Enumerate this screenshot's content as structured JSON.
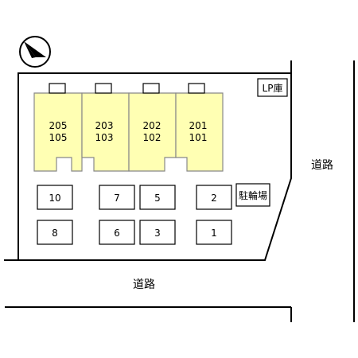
{
  "colors": {
    "background": "#ffffff",
    "line": "#000000",
    "building_fill": "#ffffb3",
    "building_stroke": "#888888"
  },
  "icons": {
    "compass": "north-arrow-icon"
  },
  "buildings": [
    {
      "upper": "205",
      "lower": "105"
    },
    {
      "upper": "203",
      "lower": "103"
    },
    {
      "upper": "202",
      "lower": "102"
    },
    {
      "upper": "201",
      "lower": "101"
    }
  ],
  "facilities": {
    "lp_storage": "LP庫",
    "bicycle_parking": "駐輪場"
  },
  "parking": {
    "top_row": [
      "10",
      "7",
      "5",
      "2"
    ],
    "bottom_row": [
      "8",
      "6",
      "3",
      "1"
    ]
  },
  "roads": {
    "right": "道路",
    "bottom": "道路"
  }
}
